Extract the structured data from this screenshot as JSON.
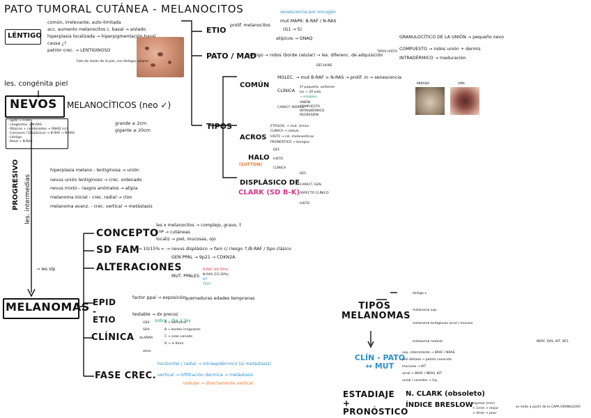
{
  "title": "PATO TUMORAL CUTÁNEA - MELANOCITOS",
  "lentigo": {
    "label": "LÉNTIGO",
    "lines": [
      "común, irrelevante, auto-limitada",
      "acc. aumento melanocitos c. basal → aislado",
      "hiperplasia localizada → hiperpigmentación basal",
      "causa ¿?",
      "patrón crec. → LENTIGINOSO"
    ],
    "photo_caption": "Foto de lesión de la piel, con léntigos solares"
  },
  "les_congenita": "les. congénita piel",
  "nevos": {
    "label": "NEVOS",
    "arrow_text": "MELANOCÍTICOS (neo ✓)",
    "sizes": [
      "grande ≥ 2cm",
      "gigante ≥ 20cm"
    ],
    "small_box": [
      "- Spitz → H-RAS",
      "- congénitos → N-RAS",
      "- Atípicos + combinados → GNAQ (cc)",
      "- Comunes / Displásicos → B-RAF → N-RAS",
      "- Léntigo",
      "- Reed → N-RAS"
    ],
    "progression": [
      "hiperplasia melano - lentiginosa → unión",
      "nevus unión lentiginoso → crec. ordenado",
      "nevus mixto - rasgos anómalos → atipia",
      "melanoma inicial - crec. radial → clon",
      "melanoma avanz. - crec. vertical → metástasis"
    ],
    "progresivo": "PROGRESIVO",
    "intermedias": "les. intermedias"
  },
  "etio": {
    "label": "ETIO",
    "items": [
      "prolif. melanocitos",
      "senescencia por oncogén",
      "mut MAPK: B-RAF / N-RAS",
      "(G1 → S)",
      "atípicos → GNAQ"
    ]
  },
  "patomad": {
    "label": "PATO / MAD",
    "text": "léntigo → nidos (borde celular) → les. diferenc. de adquisición",
    "tipos_histo": "TIPOS HISTO",
    "items": [
      "GRANULOCÍTICO DE LA UNIÓN → pequeño nevo",
      "COMPUESTO → nidos unión + dermis",
      "INTRADÉRMICO → maduración"
    ],
    "dechore": "DÉCHORE"
  },
  "tipos": {
    "label": "TIPOS",
    "comun": {
      "label": "COMÚN",
      "molec": "MOLEC. → mut B-RAF > N-RAS → prolif. in → senescencia",
      "clinica": "CLÍNICA",
      "clinica_items": [
        "1º pequeña, uniforme",
        "los + 20 vida",
        "→ estables"
      ],
      "caract": "CARACT. MORFO",
      "caract_items": [
        "UNIÓN",
        "COMPUESTO",
        "INTRADÉRMICO",
        "REGRESIÓN"
      ]
    },
    "acros": {
      "label": "ACROS",
      "items": [
        "ETIOLOG. → mut. clínico",
        "CLÍNICA → nódulo",
        "HISTO → cel. melanocíticas",
        "PRONÓSTICO → benigno"
      ]
    },
    "halo": {
      "label": "HALO",
      "sub": "(SUTTON)",
      "items": [
        "DEF.",
        "HISTO",
        "CLÍNICA"
      ]
    },
    "displasico": {
      "label": "DISPLÁSICO DE",
      "label2": "CLARK (SD B-K)",
      "items": [
        "DEF.",
        "CARACT. GEN.",
        "ASPECTO CLÍNICO",
        "HISTO"
      ]
    }
  },
  "photos": {
    "left_label": "MIRADA",
    "right_label": "UÑA"
  },
  "melanomas": {
    "label": "MELANOMAS",
    "ies_slp": "→ ies slp",
    "concepto": {
      "label": "CONCEPTO",
      "items": [
        "les x melanocitos → complejo, grave, †",
        "1ºP → cutáneas",
        "localiz → piel, mucosas, ojo"
      ]
    },
    "sdfam": {
      "label": "SD FAM",
      "text": "→ 10/15% ← → nevus displásico → fam c/ riesgo ↑/B-RAF / tipo clásico"
    },
    "alteraciones": {
      "label": "ALTERACIONES",
      "gen": "GEN PPAL → 9p21 → CDKN2A",
      "mut": "MUT. PPALES",
      "items": [
        "B-RAF (40-50%)",
        "N-RAS (15-30%)",
        "KIT",
        "TERT"
      ]
    },
    "epidetio": {
      "label": "EPID - ETIO",
      "items": [
        "factor ppal → exposición",
        "quemaduras edades tempranas",
        "testable → dx precoz",
        "sobre - dia + ley"
      ]
    },
    "clinica": {
      "label": "CLÍNICA",
      "items": [
        "OSX",
        "SOA",
        "ALARMA",
        "A → asimetría",
        "B → bordes irregulares",
        "C → color variado",
        "D → ≥ 6mm",
        "otros"
      ]
    },
    "fasecrec": {
      "label": "FASE CREC.",
      "items": [
        "horizontal / radial → intraepidérmico (s/ metástasis)",
        "vertical → infiltración dérmica → metástasis",
        "nodular → directamente vertical"
      ]
    }
  },
  "tiposmel": {
    "label": "TIPOS MELANOMAS",
    "items": [
      "léntigo x",
      "melanoma sup.",
      "melanoma lentiginoso acral / mucoso",
      "melanoma nodular"
    ],
    "genes": "BRAF, RAS, KIT, NF1",
    "clinpato": "CLÍN - PATO ↔ MUT",
    "clinpato_items": [
      "exp. intermitente → BRAF / NRAS",
      "piel dañada → patrón conocido",
      "mucosas → KIT",
      "acral → BRAF / NRAS, KIT",
      "uveal / coroides → Gq"
    ],
    "estadiaje": "ESTADIAJE + PRONÓSTICO",
    "estad_items": [
      "N. CLARK (obsoleto)",
      "ÍNDICE BRESLOW"
    ],
    "breslow_note": "se mide a partir de la CAPA GRANULOSA",
    "breslow_extra": [
      "espesor (mm)",
      "< 1mm → mejor",
      "> 4mm → peor"
    ]
  },
  "colors": {
    "blue": "#2a8fd6",
    "green": "#19a25a",
    "pink": "#e0348a",
    "orange": "#e8732a",
    "red": "#d8262c"
  }
}
